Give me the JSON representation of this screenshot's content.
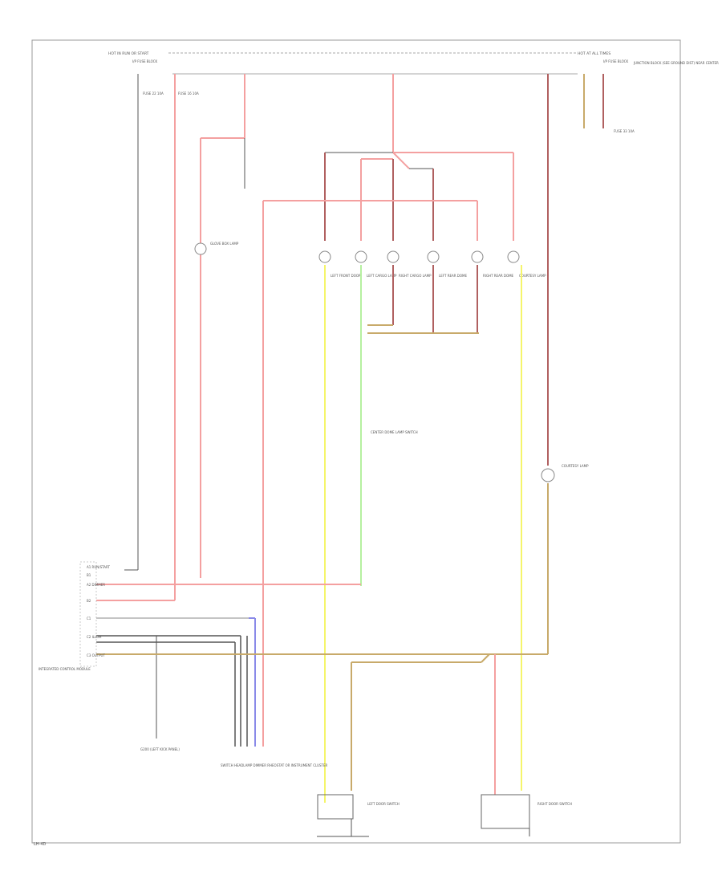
{
  "title_left": "HOT IN RUN OR START",
  "title_right": "HOT AT ALL TIMES",
  "fuse_left_1": "FUSE 22 10A",
  "fuse_left_2": "FUSE 16 10A",
  "left_block_label": "I/P FUSE BLOCK",
  "right_block_label": "I/P FUSE BLOCK",
  "right_top_note": "JUNCTION BLOCK (SEE GROUND DIST) NEAR CENTER",
  "fuse_right_note": "FUSE 33 10A",
  "bulb_labels": [
    "LEFT FRONT DOOR",
    "LEFT CARGO LAMP",
    "RIGHT CARGO LAMP",
    "LEFT REAR DOME",
    "RIGHT REAR DOME",
    "COURTESY LAMP"
  ],
  "glove_box_label": "GLOVE BOX LAMP",
  "center_switch_label": "CENTER DOME LAMP SWITCH",
  "courtesy_label": "COURTESY LAMP",
  "module_label": "INTEGRATED CONTROL MODULE",
  "module_pins": [
    "A1 RUN/START",
    "B1",
    "A2 DIMMER",
    "B2",
    "C1",
    "C2 ILLUM",
    "C3 OUTPUT"
  ],
  "ground_label_1": "G200 (LEFT KICK PANEL)",
  "ground_label_2": "SWITCH HEADLAMP DIMMER RHEOSTAT OR INSTRUMENT CLUSTER",
  "left_door_switch": "LEFT DOOR SWITCH",
  "right_door_switch": "RIGHT DOOR SWITCH",
  "page_label": "LH-4D",
  "colors": {
    "red": "#f4a0a0",
    "dark_red": "#b06060",
    "yellow": "#f5f56a",
    "green": "#b6f0a0",
    "tan": "#c8aa6a",
    "blue": "#8a8ae8",
    "black": "#444444",
    "frame": "#888888"
  }
}
